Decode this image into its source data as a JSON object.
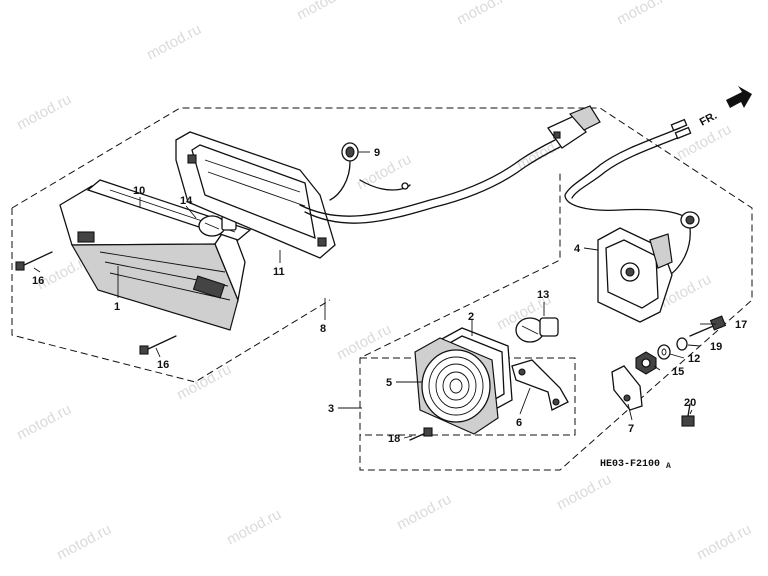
{
  "watermark": "motod.ru",
  "direction_marker": "FR.",
  "drawing_code": "HE03-F2100",
  "drawing_code_suffix": "A",
  "callouts": {
    "c1": "1",
    "c2": "2",
    "c3": "3",
    "c4": "4",
    "c5": "5",
    "c6": "6",
    "c7": "7",
    "c8": "8",
    "c9": "9",
    "c10": "10",
    "c11": "11",
    "c12": "12",
    "c13": "13",
    "c14": "14",
    "c15": "15",
    "c16a": "16",
    "c16b": "16",
    "c17": "17",
    "c18": "18",
    "c19": "19",
    "c20": "20"
  }
}
